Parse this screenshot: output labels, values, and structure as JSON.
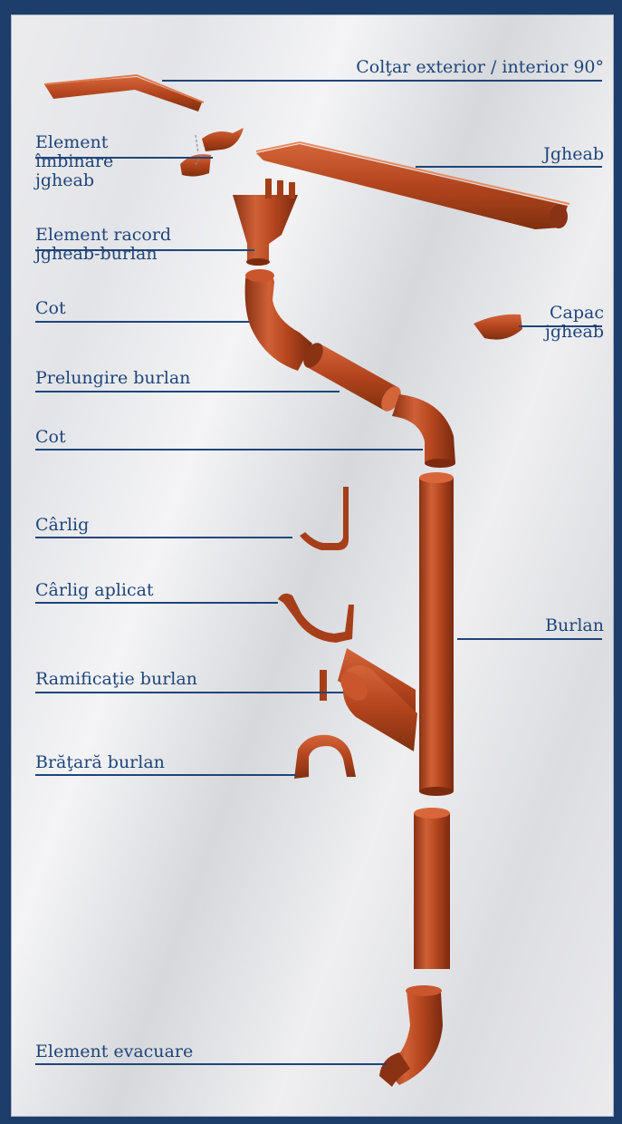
{
  "labels": {
    "coltar": "Colţar exterior / interior 90°",
    "element_imbinare": [
      "Element",
      "îmbinare",
      "jgheab"
    ],
    "jgheab": "Jgheab",
    "element_racord": [
      "Element racord",
      "jgheab-burlan"
    ],
    "cot_1": "Cot",
    "capac": [
      "Capac",
      "jgheab"
    ],
    "prelungire": "Prelungire burlan",
    "cot_2": "Cot",
    "carlig": "Cârlig",
    "carlig_aplicat": "Cârlig aplicat",
    "burlan": "Burlan",
    "bratara": "Brăţară burlan",
    "ramificatie": "Ramificaţie burlan",
    "evacuare": "Element evacuare"
  },
  "colors": {
    "frame_border": "#1d3d6b",
    "text": "#1f4579",
    "part": "#b3471f",
    "part_dark": "#7e2c10",
    "part_light": "#d9663a"
  }
}
